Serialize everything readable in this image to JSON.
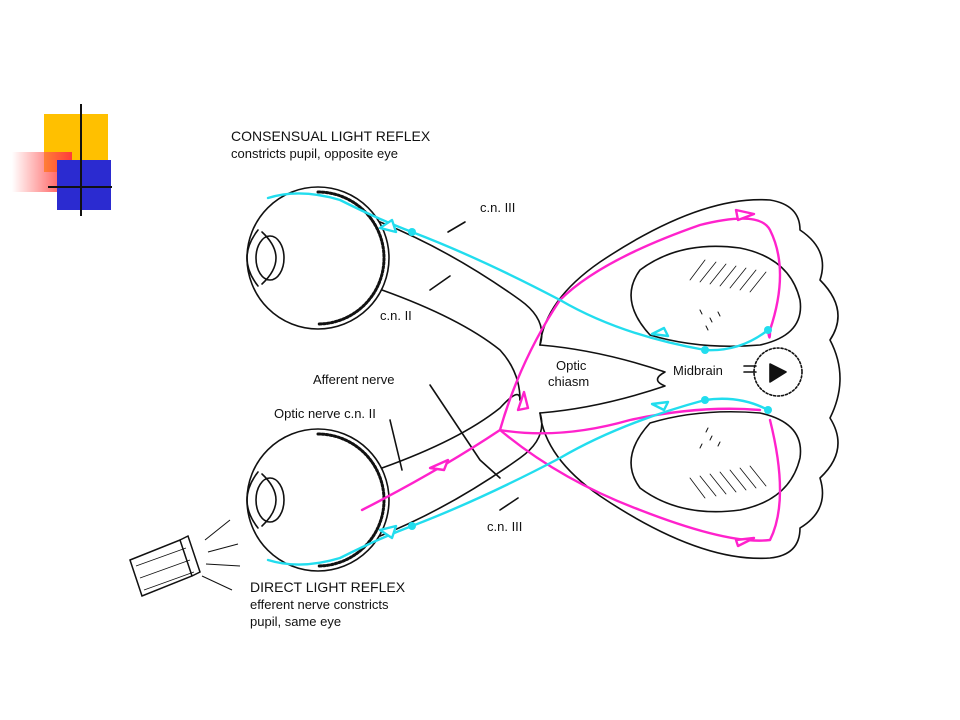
{
  "labels": {
    "consensual_title": "CONSENSUAL LIGHT REFLEX",
    "consensual_sub": "constricts pupil, opposite eye",
    "cn3_top": "c.n. III",
    "cn2_top": "c.n. II",
    "optic": "Optic",
    "chiasm": "chiasm",
    "midbrain": "Midbrain",
    "afferent": "Afferent nerve",
    "optic_nerve": "Optic nerve c.n. II",
    "cn3_bottom": "c.n. III",
    "direct_title": "DIRECT LIGHT REFLEX",
    "direct_sub1": "efferent nerve constricts",
    "direct_sub2": "pupil, same eye"
  },
  "colors": {
    "afferent_pathway": "#ff22cc",
    "efferent_pathway": "#22ddee",
    "outline": "#111111",
    "deco_yellow": "#ffc000",
    "deco_red": "#ff3b3b",
    "deco_blue": "#2b2bd0"
  }
}
